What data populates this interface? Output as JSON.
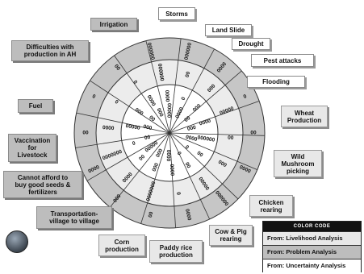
{
  "factors": {
    "storms": "Storms",
    "irrigation": "Irrigation",
    "land_slide": "Land Slide",
    "drought": "Drought",
    "difficulties": "Difficulties with\nproduction in AH",
    "pest_attacks": "Pest attacks",
    "flooding": "Flooding",
    "fuel": "Fuel",
    "wheat": "Wheat\nProduction",
    "vaccination": "Vaccination\nfor\nLivestock",
    "wild_mushroom": "Wild\nMushroom\npicking",
    "seeds": "Cannot afford to\nbuy good seeds &\nfertilizers",
    "transportation": "Transportation-\nvillage to village",
    "chicken": "Chicken\nrearing",
    "cow_pig": "Cow & Pig\nrearing",
    "corn": "Corn\nproduction",
    "paddy": "Paddy rice\nproduction"
  },
  "legend": {
    "title": "COLOR CODE",
    "livelihood": "From: Livelihood Analysis",
    "problem": "From: Problem Analysis",
    "uncertainty": "From: Uncertainty Analysis"
  },
  "colors": {
    "livelihood": "#e8e8e8",
    "problem": "#bdbdbd",
    "uncertainty": "#ffffff",
    "ring_outer": "#c6c6c6",
    "ring_mid": "#ececec",
    "ring_inner": "#ffffff"
  },
  "score_marks": [
    "000000",
    "00",
    "0",
    "0000",
    "0000",
    "000",
    "000",
    "00",
    "0",
    "00000",
    "0000",
    "000",
    "00",
    "00",
    "000000",
    "0000",
    "0000",
    "000",
    "00",
    "0",
    "000000",
    "00000",
    "00",
    "0",
    "0000",
    "0",
    "0000",
    "0000",
    "00",
    "0000000",
    "000",
    "000",
    "000",
    "0000",
    "00",
    "00000",
    "0000",
    "0000000",
    "0",
    "00",
    "00",
    "0000",
    "00000",
    "000",
    "0",
    "0",
    "000",
    "00",
    "00",
    "0",
    "0000",
    "000",
    "000000",
    "000000",
    "0000",
    "00000"
  ]
}
